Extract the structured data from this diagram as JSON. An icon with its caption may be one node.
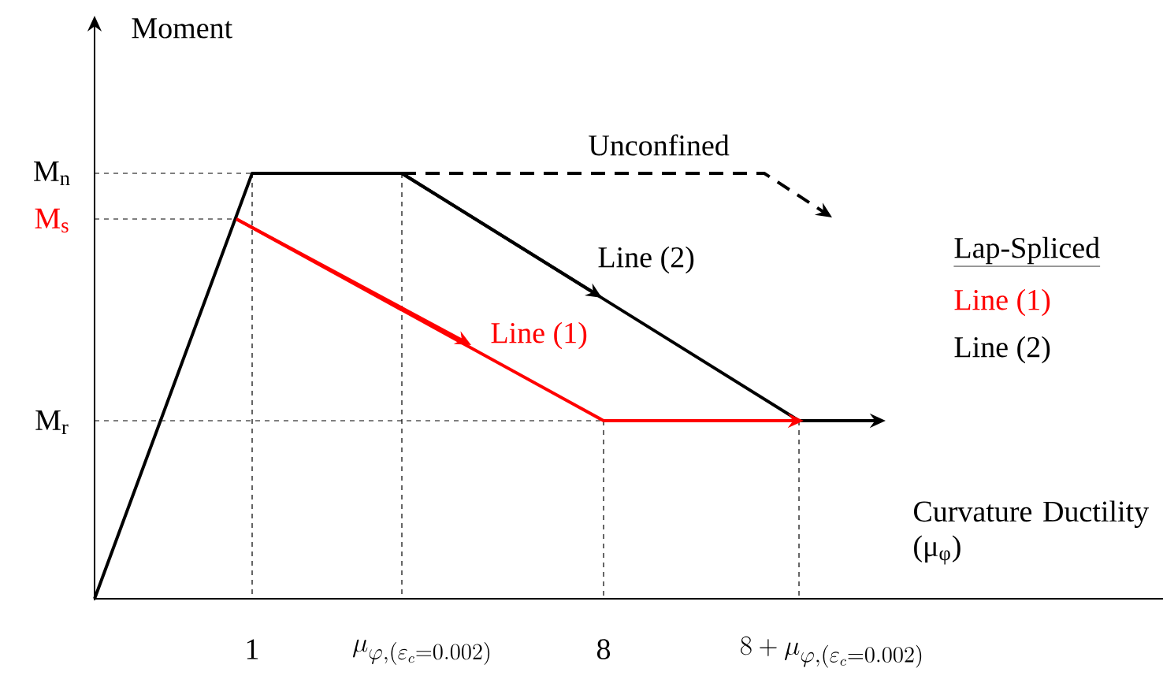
{
  "diagram": {
    "labels": [
      "Moment",
      "M$_{n}$",
      "M$_{s}$",
      "M$_{r}$",
      "Unconfined",
      "Line (2)",
      "Line (1)",
      "Lap-Spliced",
      "Line (1)",
      "Line (2)",
      "Curvature Ductility (μ$_{φ}$)",
      "1",
      "\\mu_{\\varphi,(\\varepsilon_c=0.002)}",
      "8",
      "8+\\mu_{\\varphi,(\\varepsilon_c=0.002)}"
    ]
  }
}
